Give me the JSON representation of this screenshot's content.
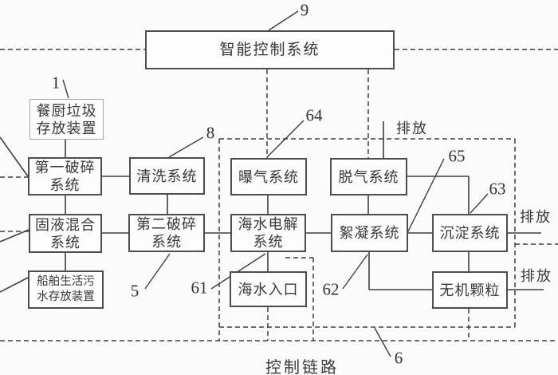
{
  "figure": {
    "boxes": [
      {
        "id": "smart-control-system",
        "label": "智能控制系统"
      },
      {
        "id": "kitchen-waste-storage",
        "label": "餐厨垃圾\n存放装置"
      },
      {
        "id": "first-crushing-system",
        "label": "第一破碎\n系统"
      },
      {
        "id": "solid-liquid-mixing",
        "label": "固液混合\n系统"
      },
      {
        "id": "ship-sewage-storage",
        "label": "船舶生活污\n水存放装置"
      },
      {
        "id": "cleaning-system",
        "label": "清洗系统"
      },
      {
        "id": "second-crushing-system",
        "label": "第二破碎\n系统"
      },
      {
        "id": "aeration-system",
        "label": "曝气系统"
      },
      {
        "id": "seawater-electrolysis",
        "label": "海水电解\n系统"
      },
      {
        "id": "seawater-inlet",
        "label": "海水入口"
      },
      {
        "id": "degassing-system",
        "label": "脱气系统"
      },
      {
        "id": "flocculation-system",
        "label": "絮凝系统"
      },
      {
        "id": "sedimentation-system",
        "label": "沉淀系统"
      },
      {
        "id": "inorganic-particles",
        "label": "无机颗粒"
      }
    ],
    "ref_labels": {
      "n1": "1",
      "n5": "5",
      "n6": "6",
      "n8": "8",
      "n9": "9",
      "n61": "61",
      "n62": "62",
      "n63": "63",
      "n64": "64",
      "n65": "65"
    },
    "annotations": {
      "discharge_top": "排放",
      "discharge_right_1": "排放",
      "discharge_right_2": "排放",
      "control_link": "控制链路"
    },
    "colors": {
      "line": "#3f3f3f",
      "box_border": "#4d4d4d",
      "light_box_border": "#a9a9a9",
      "background": "#fbfbfb",
      "text": "#383838"
    }
  }
}
